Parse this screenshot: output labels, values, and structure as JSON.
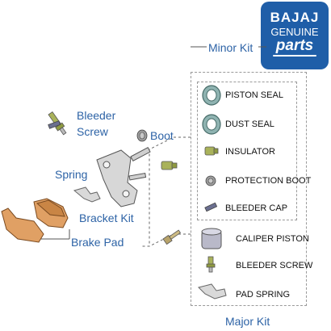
{
  "brand": {
    "line1": "BAJAJ",
    "line2": "GENUINE",
    "line3": "parts"
  },
  "labels": {
    "minor_kit": "Minor Kit",
    "major_kit": "Major Kit",
    "bleeder_screw_1": "Bleeder",
    "bleeder_screw_2": "Screw",
    "boot": "Boot",
    "spring": "Spring",
    "bracket_kit": "Bracket Kit",
    "brake_pad": "Brake Pad"
  },
  "minor_kit_items": [
    {
      "label": "PISTON SEAL",
      "icon": "piston-seal-icon"
    },
    {
      "label": "DUST SEAL",
      "icon": "dust-seal-icon"
    },
    {
      "label": "INSULATOR",
      "icon": "insulator-icon"
    },
    {
      "label": "PROTECTION BOOT",
      "icon": "protection-boot-icon"
    },
    {
      "label": "BLEEDER CAP",
      "icon": "bleeder-cap-icon"
    }
  ],
  "major_kit_items": [
    {
      "label": "CALIPER PISTON",
      "icon": "caliper-piston-icon"
    },
    {
      "label": "BLEEDER SCREW",
      "icon": "bleeder-screw-icon"
    },
    {
      "label": "PAD SPRING",
      "icon": "pad-spring-icon"
    }
  ],
  "colors": {
    "brand_blue": "#1f5ea8",
    "label_blue": "#2d63a6",
    "pad_orange": "#e0a064",
    "seal_teal": "#5b8f8b",
    "part_olive": "#a9b25a"
  }
}
